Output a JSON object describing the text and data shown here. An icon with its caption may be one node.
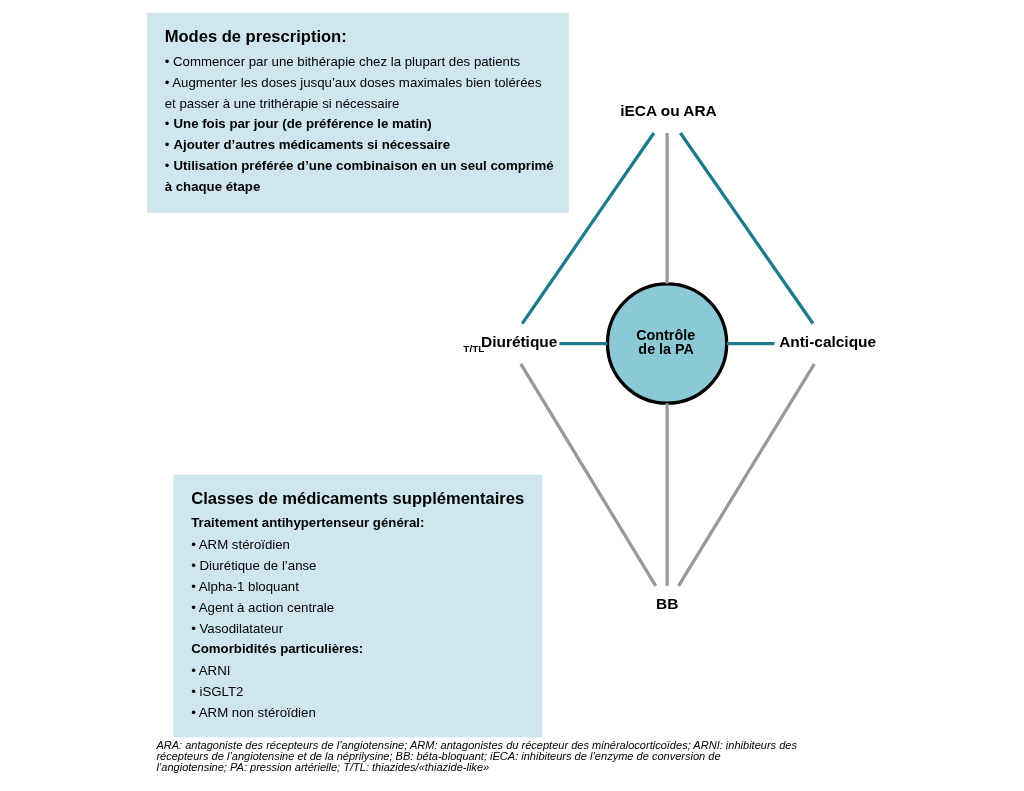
{
  "diagram": {
    "caption": "ARA: antagoniste des récepteurs de l’angiotensine; ARM: antagonistes du récepteur des minéralocorticoïdes; ARNI: inhibiteurs des récepteurs de l’angiotensine et de la néprilysine; BB: béta-bloquant; iECA: inhibiteurs de l’enzyme de conversion de l’angiotensine; PA: pression artérielle; T/TL: thiazides/«thiazide-like»",
    "nodes": [
      {
        "text": [
          "Modes de prescription:",
          "• Commencer par une bithérapie chez la plupart des patients",
          "• Augmenter les doses jusqu’aux doses maximales bien tolérées et passer à une trithérapie si nécessaire",
          "• **Une fois par jour (de préférence le matin)**",
          "• **Ajouter d’autres médicaments si nécessaire**",
          "• **Utilisation préférée d’une combinaison en un seul comprimé à chaque étape**"
        ]
      },
      {
        "text": [
          "iECA ou ARA"
        ]
      },
      {
        "text": [
          "$_{T/TL}$Diurétique"
        ]
      },
      {
        "text": [
          "Contrôle de la PA"
        ]
      },
      {
        "text": [
          "Anti-calcique"
        ]
      },
      {
        "text": [
          "Classes de médicaments supplémentaires",
          "Traitement antihypertenseur général:",
          "• ARM stéroïdien",
          "• Diurétique de l’anse",
          "• Alpha-1 bloquant",
          "• Agent à action centrale",
          "• Vasodilatateur",
          "Comorbidités particulières:",
          "• ARNI",
          "• iSGLT2",
          "• ARM non stéroïdien"
        ]
      },
      {
        "text": [
          "BB"
        ]
      }
    ],
    "edges": [
      {
        "from": 1,
        "to": 2,
        "arrow": "none",
        "color": "#1f7a8c"
      },
      {
        "from": 1,
        "to": 4,
        "arrow": "none",
        "color": "#1f7a8c"
      },
      {
        "from": 1,
        "to": 3,
        "arrow": "none",
        "color": "#999999"
      },
      {
        "from": 2,
        "to": 3,
        "arrow": "none",
        "color": "#1f7a8c"
      },
      {
        "from": 3,
        "to": 4,
        "arrow": "none",
        "color": "#1f7a8c"
      },
      {
        "from": 3,
        "to": 6,
        "arrow": "none",
        "color": "#999999"
      },
      {
        "from": 2,
        "to": 6,
        "arrow": "none",
        "color": "#999999"
      },
      {
        "from": 4,
        "to": 6,
        "arrow": "none",
        "color": "#999999"
      }
    ]
  }
}
